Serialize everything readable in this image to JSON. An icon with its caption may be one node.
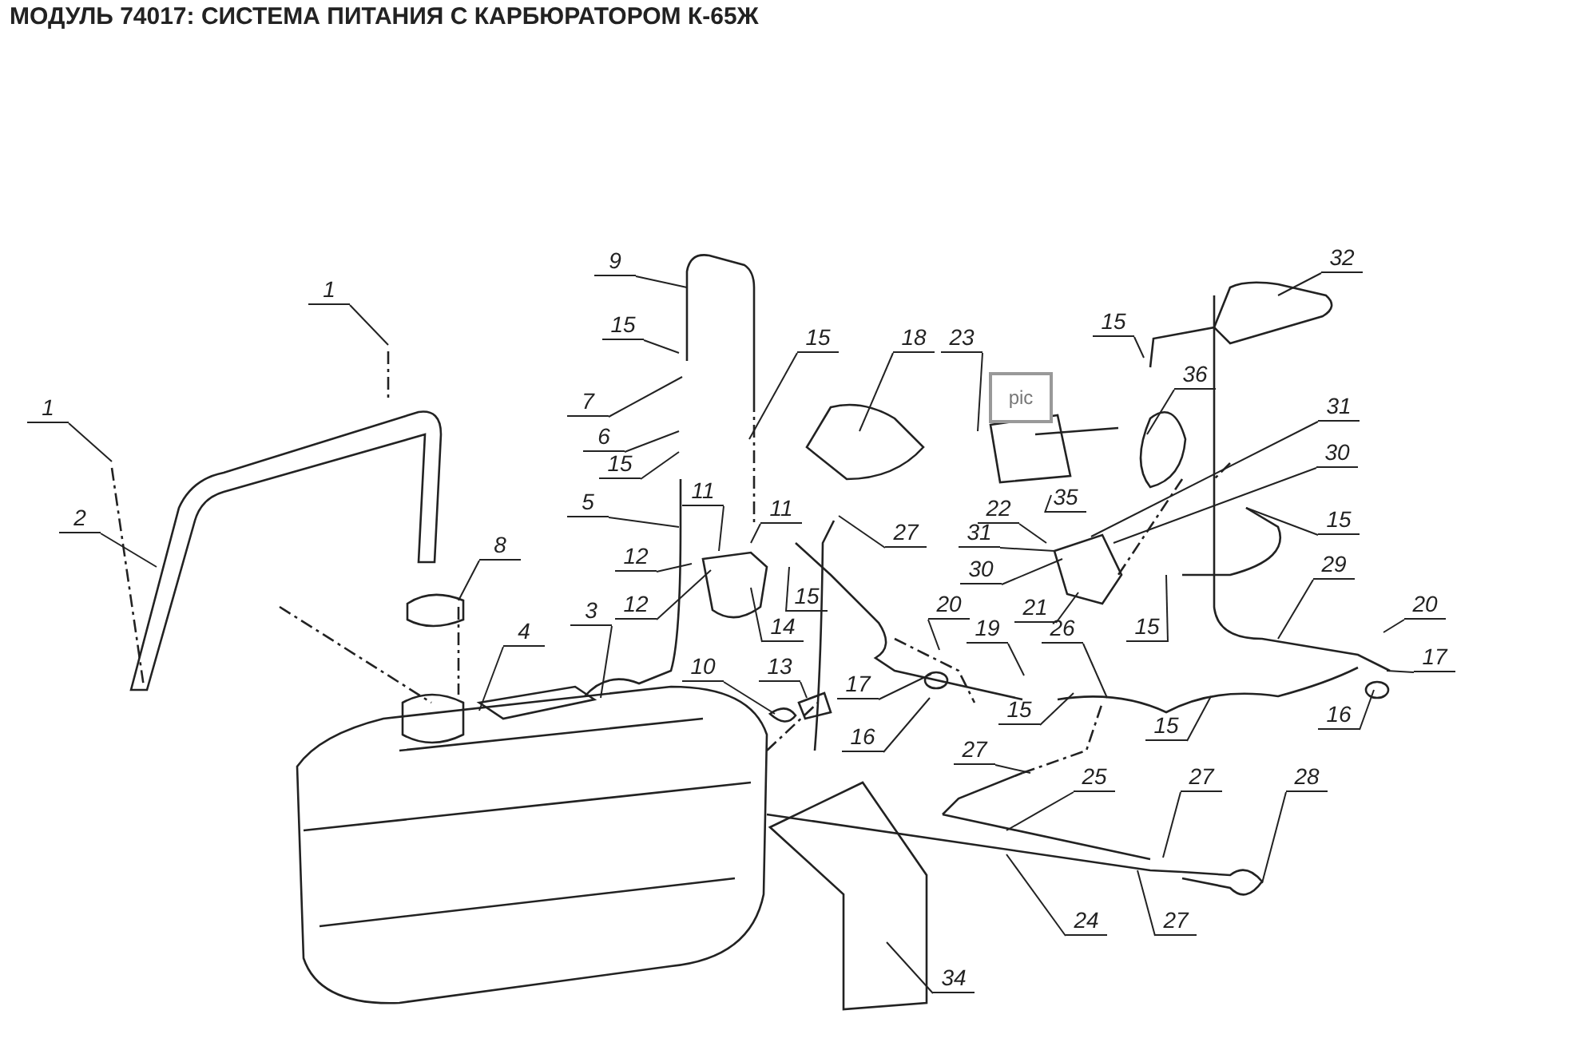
{
  "diagram": {
    "title": "МОДУЛЬ 74017: СИСТЕМА ПИТАНИЯ С КАРБЮРАТОРОМ К-65Ж",
    "nodes": [
      {
        "text": [
          "1"
        ]
      },
      {
        "text": [
          "1"
        ]
      },
      {
        "text": [
          "2"
        ]
      },
      {
        "text": [
          "3"
        ]
      },
      {
        "text": [
          "4"
        ]
      },
      {
        "text": [
          "5"
        ]
      },
      {
        "text": [
          "6"
        ]
      },
      {
        "text": [
          "7"
        ]
      },
      {
        "text": [
          "8"
        ]
      },
      {
        "text": [
          "9"
        ]
      },
      {
        "text": [
          "10"
        ]
      },
      {
        "text": [
          "11"
        ]
      },
      {
        "text": [
          "11"
        ]
      },
      {
        "text": [
          "12"
        ]
      },
      {
        "text": [
          "12"
        ]
      },
      {
        "text": [
          "13"
        ]
      },
      {
        "text": [
          "14"
        ]
      },
      {
        "text": [
          "15"
        ]
      },
      {
        "text": [
          "15"
        ]
      },
      {
        "text": [
          "15"
        ]
      },
      {
        "text": [
          "15"
        ]
      },
      {
        "text": [
          "15"
        ]
      },
      {
        "text": [
          "15"
        ]
      },
      {
        "text": [
          "15"
        ]
      },
      {
        "text": [
          "15"
        ]
      },
      {
        "text": [
          "15"
        ]
      },
      {
        "text": [
          "16"
        ]
      },
      {
        "text": [
          "16"
        ]
      },
      {
        "text": [
          "17"
        ]
      },
      {
        "text": [
          "17"
        ]
      },
      {
        "text": [
          "18"
        ]
      },
      {
        "text": [
          "19"
        ]
      },
      {
        "text": [
          "20"
        ]
      },
      {
        "text": [
          "20"
        ]
      },
      {
        "text": [
          "21"
        ]
      },
      {
        "text": [
          "22"
        ]
      },
      {
        "text": [
          "23"
        ]
      },
      {
        "text": [
          "25"
        ]
      },
      {
        "text": [
          "24"
        ]
      },
      {
        "text": [
          "26"
        ]
      },
      {
        "text": [
          "27"
        ]
      },
      {
        "text": [
          "27"
        ]
      },
      {
        "text": [
          "27"
        ]
      },
      {
        "text": [
          "27"
        ]
      },
      {
        "text": [
          "28"
        ]
      },
      {
        "text": [
          "29"
        ]
      },
      {
        "text": [
          "30"
        ]
      },
      {
        "text": [
          "30"
        ]
      },
      {
        "text": [
          "31"
        ]
      },
      {
        "text": [
          "31"
        ]
      },
      {
        "text": [
          "32"
        ]
      },
      {
        "text": [
          "34"
        ]
      },
      {
        "text": [
          "35"
        ]
      },
      {
        "text": [
          "36"
        ]
      }
    ],
    "edges": [
      {
        "from": 0,
        "to": null,
        "arrow": "none"
      },
      {
        "from": 1,
        "to": null,
        "arrow": "none"
      },
      {
        "from": 2,
        "to": null,
        "arrow": "none"
      },
      {
        "from": 3,
        "to": null,
        "arrow": "none"
      },
      {
        "from": 4,
        "to": null,
        "arrow": "none"
      },
      {
        "from": 5,
        "to": null,
        "arrow": "none"
      },
      {
        "from": 6,
        "to": null,
        "arrow": "none"
      },
      {
        "from": 7,
        "to": null,
        "arrow": "none"
      },
      {
        "from": 8,
        "to": null,
        "arrow": "none"
      },
      {
        "from": 9,
        "to": null,
        "arrow": "none"
      },
      {
        "from": 10,
        "to": null,
        "arrow": "none"
      },
      {
        "from": 11,
        "to": null,
        "arrow": "none"
      },
      {
        "from": 12,
        "to": null,
        "arrow": "none"
      },
      {
        "from": 13,
        "to": null,
        "arrow": "none"
      },
      {
        "from": 14,
        "to": null,
        "arrow": "none"
      },
      {
        "from": 15,
        "to": null,
        "arrow": "none"
      },
      {
        "from": 16,
        "to": null,
        "arrow": "none"
      },
      {
        "from": 17,
        "to": null,
        "arrow": "none"
      },
      {
        "from": 18,
        "to": null,
        "arrow": "none"
      },
      {
        "from": 19,
        "to": null,
        "arrow": "none"
      },
      {
        "from": 20,
        "to": null,
        "arrow": "none"
      },
      {
        "from": 21,
        "to": null,
        "arrow": "none"
      },
      {
        "from": 22,
        "to": null,
        "arrow": "none"
      },
      {
        "from": 23,
        "to": null,
        "arrow": "none"
      },
      {
        "from": 24,
        "to": null,
        "arrow": "none"
      },
      {
        "from": 25,
        "to": null,
        "arrow": "none"
      },
      {
        "from": 26,
        "to": null,
        "arrow": "none"
      },
      {
        "from": 27,
        "to": null,
        "arrow": "none"
      },
      {
        "from": 28,
        "to": null,
        "arrow": "none"
      },
      {
        "from": 29,
        "to": null,
        "arrow": "none"
      },
      {
        "from": 30,
        "to": null,
        "arrow": "none"
      },
      {
        "from": 31,
        "to": null,
        "arrow": "none"
      },
      {
        "from": 32,
        "to": null,
        "arrow": "none"
      },
      {
        "from": 33,
        "to": null,
        "arrow": "none"
      },
      {
        "from": 34,
        "to": null,
        "arrow": "none"
      },
      {
        "from": 35,
        "to": null,
        "arrow": "none"
      },
      {
        "from": 36,
        "to": null,
        "arrow": "none"
      },
      {
        "from": 37,
        "to": null,
        "arrow": "none"
      },
      {
        "from": 38,
        "to": null,
        "arrow": "none"
      },
      {
        "from": 39,
        "to": null,
        "arrow": "none"
      },
      {
        "from": 40,
        "to": null,
        "arrow": "none"
      },
      {
        "from": 41,
        "to": null,
        "arrow": "none"
      },
      {
        "from": 42,
        "to": null,
        "arrow": "none"
      },
      {
        "from": 43,
        "to": null,
        "arrow": "none"
      },
      {
        "from": 44,
        "to": null,
        "arrow": "none"
      },
      {
        "from": 45,
        "to": null,
        "arrow": "none"
      },
      {
        "from": 46,
        "to": null,
        "arrow": "none"
      },
      {
        "from": 47,
        "to": null,
        "arrow": "none"
      },
      {
        "from": 48,
        "to": null,
        "arrow": "none"
      },
      {
        "from": 49,
        "to": null,
        "arrow": "none"
      },
      {
        "from": 50,
        "to": null,
        "arrow": "none"
      },
      {
        "from": 51,
        "to": null,
        "arrow": "none"
      },
      {
        "from": 52,
        "to": null,
        "arrow": "none"
      },
      {
        "from": 53,
        "to": null,
        "arrow": "none"
      }
    ],
    "labels": [
      "pic"
    ]
  }
}
